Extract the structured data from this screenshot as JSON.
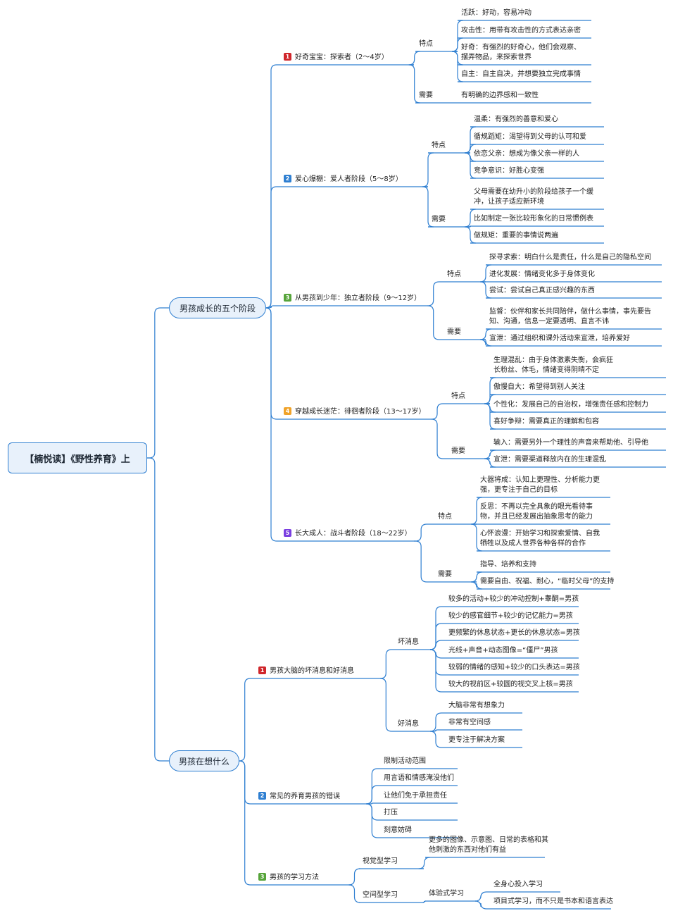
{
  "root": "【楠悦读】《野性养育》上",
  "colors": {
    "line": "#2f7fd1",
    "badge_red": "#d0262b",
    "badge_blue": "#2f7fd1",
    "badge_green": "#56a43a",
    "badge_orange": "#f0a32a",
    "badge_purple": "#7a3fe0"
  },
  "branches": {
    "stages": {
      "label": "男孩成长的五个阶段",
      "items": [
        {
          "num": "1",
          "label": "好奇宝宝：探索者（2～4岁）",
          "traits_label": "特点",
          "traits": [
            "活跃：好动，容易冲动",
            "攻击性：用带有攻击性的方式表达亲密",
            "好奇：有强烈的好奇心，他们会观察、\n摆弄物品，来探索世界",
            "自主：自主自决，并想要独立完成事情"
          ],
          "needs_label": "需要",
          "needs": [
            "有明确的边界感和一致性"
          ]
        },
        {
          "num": "2",
          "label": "爱心爆棚：爱人者阶段（5～8岁）",
          "traits_label": "特点",
          "traits": [
            "温柔：有强烈的善意和爱心",
            "循规蹈矩：渴望得到父母的认可和爱",
            "依恋父亲：想成为像父亲一样的人",
            "竞争意识：好胜心变强"
          ],
          "needs_label": "需要",
          "needs": [
            "父母需要在幼升小的阶段给孩子一个缓\n冲，让孩子适应新环境",
            "比如制定一张比较形象化的日常惯例表",
            "做规矩：重要的事情说两遍"
          ]
        },
        {
          "num": "3",
          "label": "从男孩到少年：独立者阶段（9～12岁）",
          "traits_label": "特点",
          "traits": [
            "探寻求索：明白什么是责任，什么是自己的隐私空间",
            "进化发展：情绪变化多于身体变化",
            "尝试：尝试自己真正感兴趣的东西"
          ],
          "needs_label": "需要",
          "needs": [
            "监督：伙伴和家长共同陪伴，做什么事情，事先要告\n知、沟通，信息一定要透明、直言不讳",
            "宣泄：通过组织和课外活动来宣泄，培养爱好"
          ]
        },
        {
          "num": "4",
          "label": "穿越成长迷茫：徘徊者阶段（13～17岁）",
          "traits_label": "特点",
          "traits": [
            "生理混乱：由于身体激素失衡，会疯狂\n长粉丝、体毛，情绪变得阴晴不定",
            "傲慢自大：希望得到别人关注",
            "个性化：发展自己的自治权，增强责任感和控制力",
            "喜好争辩：需要真正的理解和包容"
          ],
          "needs_label": "需要",
          "needs": [
            "输入：需要另外一个理性的声音来帮助他、引导他",
            "宣泄：需要渠道释放内在的生理混乱"
          ]
        },
        {
          "num": "5",
          "label": "长大成人：战斗者阶段（18～22岁）",
          "traits_label": "特点",
          "traits": [
            "大器将成：认知上更理性、分析能力更\n强，更专注于自己的目标",
            "反思：不再以完全具象的眼光看待事\n物，并且已经发展出抽象思考的能力",
            "心怀浪漫：开始学习和探索爱情、自我\n牺牲以及成人世界各种各样的合作"
          ],
          "needs_label": "需要",
          "needs": [
            "指导、培养和支持",
            "需要自由、祝福、耐心，“临时父母”的支持"
          ]
        }
      ]
    },
    "thinking": {
      "label": "男孩在想什么",
      "brain": {
        "num": "1",
        "label": "男孩大脑的坏消息和好消息",
        "bad_label": "坏消息",
        "bad": [
          "较多的活动+较少的冲动控制+睾酮=男孩",
          "较少的感官细节+较少的记忆能力=男孩",
          "更频繁的休息状态+更长的休息状态=男孩",
          "光线+声音+动态图像=“僵尸”男孩",
          "较弱的情绪的感知+较少的口头表达=男孩",
          "较大的视前区+较圆的视交叉上核=男孩"
        ],
        "good_label": "好消息",
        "good": [
          "大脑非常有想象力",
          "非常有空间感",
          "更专注于解决方案"
        ]
      },
      "mistakes": {
        "num": "2",
        "label": "常见的养育男孩的错误",
        "items": [
          "限制活动范围",
          "用言语和情感淹没他们",
          "让他们免于承担责任",
          "打压",
          "刻意妨碍"
        ]
      },
      "learning": {
        "num": "3",
        "label": "男孩的学习方法",
        "visual_label": "视觉型学习",
        "visual": [
          "更多的图像、示意图、日常的表格和其\n他刺激的东西对他们有益"
        ],
        "spatial_label": "空间型学习",
        "experiential_label": "体验式学习",
        "experiential": [
          "全身心投入学习",
          "项目式学习，而不只是书本和语言表达"
        ]
      }
    }
  }
}
